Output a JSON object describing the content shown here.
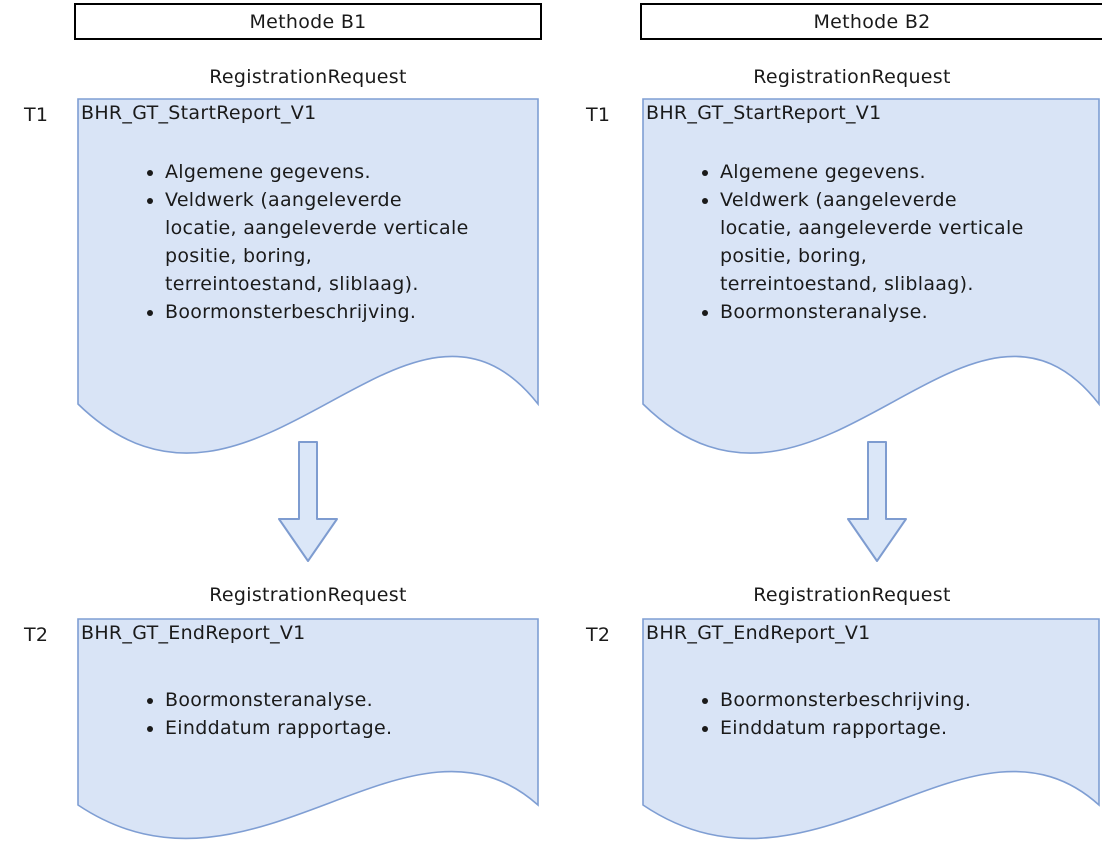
{
  "colors": {
    "background": "#ffffff",
    "text": "#1a1a1a",
    "header_fill": "#ffffff",
    "header_border": "#000000",
    "doc_fill": "#d9e4f6",
    "doc_border": "#7f9ed3",
    "arrow_fill": "#dbe7f8",
    "arrow_border": "#7e9cd0"
  },
  "columns": [
    {
      "header": "Methode B1",
      "steps": [
        {
          "time_label": "T1",
          "request_label": "RegistrationRequest",
          "doc_title": "BHR_GT_StartReport_V1",
          "bullets": [
            [
              "Algemene gegevens."
            ],
            [
              "Veldwerk (aangeleverde",
              "locatie, aangeleverde verticale",
              "positie, boring,",
              "terreintoestand, sliblaag)."
            ],
            [
              "Boormonsterbeschrijving."
            ]
          ]
        },
        {
          "time_label": "T2",
          "request_label": "RegistrationRequest",
          "doc_title": "BHR_GT_EndReport_V1",
          "bullets": [
            [
              "Boormonsteranalyse."
            ],
            [
              "Einddatum rapportage."
            ]
          ]
        }
      ]
    },
    {
      "header": "Methode B2",
      "steps": [
        {
          "time_label": "T1",
          "request_label": "RegistrationRequest",
          "doc_title": "BHR_GT_StartReport_V1",
          "bullets": [
            [
              "Algemene gegevens."
            ],
            [
              "Veldwerk (aangeleverde",
              "locatie, aangeleverde verticale",
              "positie, boring,",
              "terreintoestand, sliblaag)."
            ],
            [
              "Boormonsteranalyse."
            ]
          ]
        },
        {
          "time_label": "T2",
          "request_label": "RegistrationRequest",
          "doc_title": "BHR_GT_EndReport_V1",
          "bullets": [
            [
              "Boormonsterbeschrijving."
            ],
            [
              "Einddatum rapportage."
            ]
          ]
        }
      ]
    }
  ],
  "icons": {
    "arrow": "down-arrow"
  }
}
